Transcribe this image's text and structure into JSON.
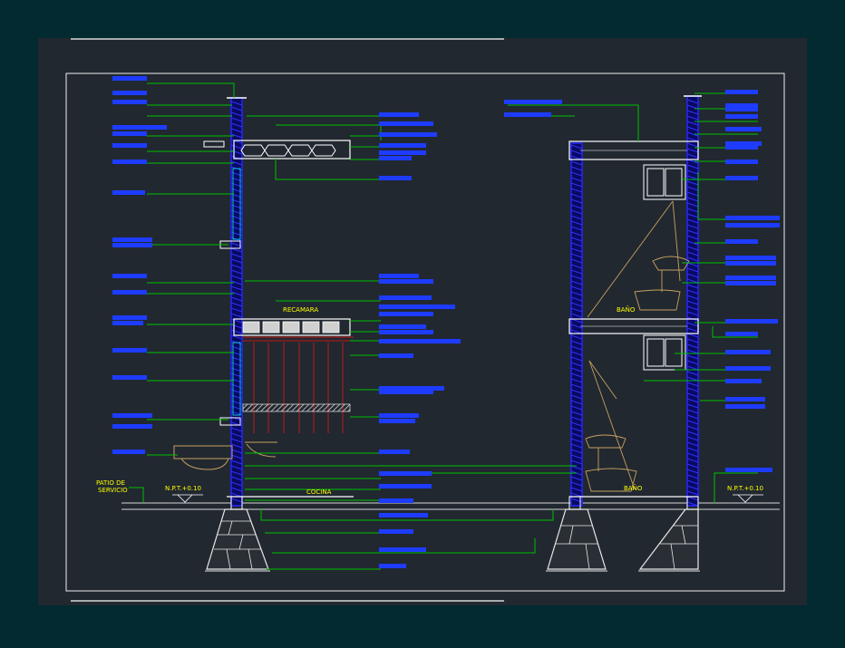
{
  "colors": {
    "window_bg": "#022a30",
    "canvas_bg": "#212830",
    "frame": "#ffffff",
    "wall": "#1010d8",
    "leader": "#00c000",
    "label_block": "#1e3cff",
    "text": "#ffff00",
    "hatch": "#c01a1a",
    "fixture": "#c8a060",
    "footing": "#e8e8e8"
  },
  "labels": {
    "patio": [
      "PATIO DE",
      "SERVICIO"
    ],
    "npt_left": "N.P.T.+0.10",
    "npt_right": "N.P.T.+0.10",
    "recamara": "RECAMARA",
    "cocina": "COCINA",
    "bano_upper": "BAÑO",
    "bano_lower": "BAÑO"
  }
}
